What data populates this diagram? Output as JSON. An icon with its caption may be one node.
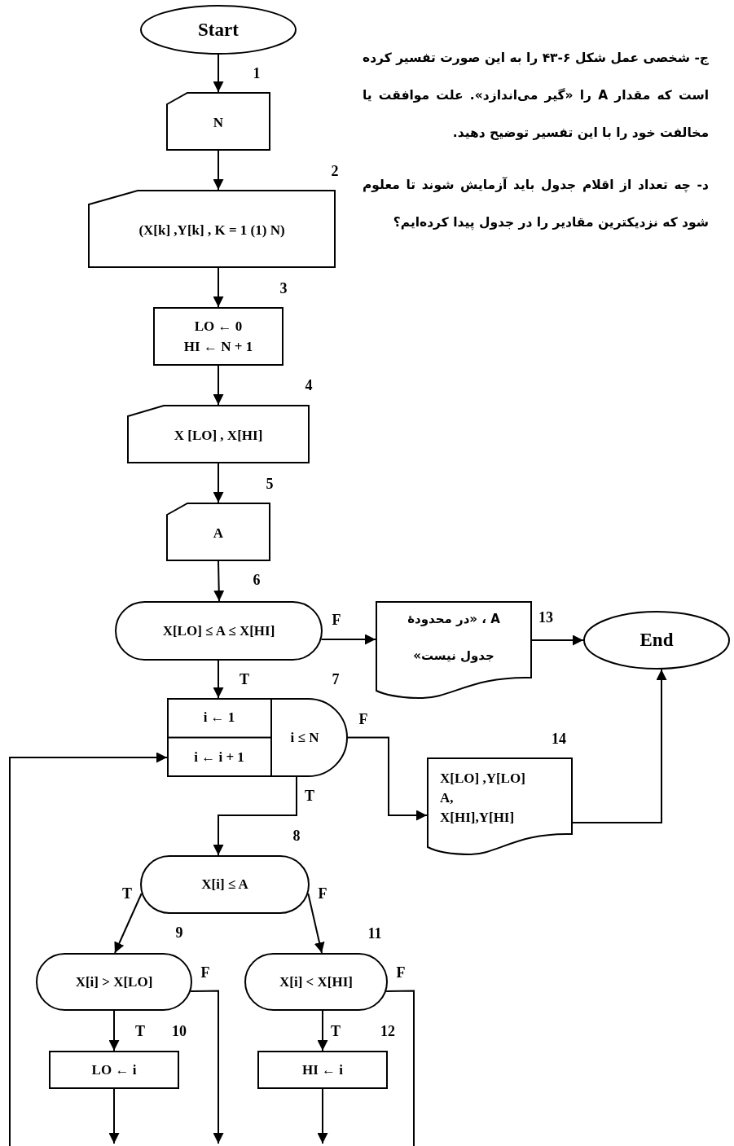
{
  "diagram": {
    "nodes": [
      {
        "text": [
          "Start"
        ]
      },
      {
        "text": [
          "N"
        ],
        "beside": [
          "1"
        ]
      },
      {
        "text": [
          "(X[k] ,Y[k] , K = 1 (1) N)"
        ],
        "beside": [
          "2"
        ]
      },
      {
        "text": [
          "LO ← 0",
          "HI ← N + 1"
        ],
        "beside": [
          "3"
        ]
      },
      {
        "text": [
          "X [LO] , X[HI]"
        ],
        "beside": [
          "4"
        ]
      },
      {
        "text": [
          "A"
        ],
        "beside": [
          "5"
        ]
      },
      {
        "text": [
          "X[LO] ≤ A ≤ X[HI]"
        ],
        "beside": [
          "6"
        ]
      },
      {
        "text": [
          "i ← 1",
          "i ← i + 1",
          "i ≤ N"
        ],
        "beside": [
          "7"
        ]
      },
      {
        "text": [
          "X[i] ≤ A"
        ],
        "beside": [
          "8"
        ]
      },
      {
        "text": [
          "X[i] > X[LO]"
        ],
        "beside": [
          "9"
        ]
      },
      {
        "text": [
          "LO ← i"
        ],
        "beside": [
          "10"
        ]
      },
      {
        "text": [
          "X[i] < X[HI]"
        ],
        "beside": [
          "11"
        ]
      },
      {
        "text": [
          "HI ← i"
        ],
        "beside": [
          "12"
        ]
      },
      {
        "text": [
          "A ، «در محدودهٔ جدول نیست»"
        ],
        "beside": [
          "13"
        ]
      },
      {
        "text": [
          "End"
        ]
      },
      {
        "text": [
          "X[LO] ,Y[LO]",
          "A,",
          "X[HI],Y[HI]"
        ],
        "beside": [
          "14"
        ]
      }
    ],
    "edges": [
      {
        "from": 0,
        "to": 1,
        "arrow": "to"
      },
      {
        "from": 1,
        "to": 2,
        "arrow": "to"
      },
      {
        "from": 2,
        "to": 3,
        "arrow": "to"
      },
      {
        "from": 3,
        "to": 4,
        "arrow": "to"
      },
      {
        "from": 4,
        "to": 5,
        "arrow": "to"
      },
      {
        "from": 5,
        "to": 6,
        "arrow": "to"
      },
      {
        "from": 6,
        "to": 7,
        "arrow": "to",
        "label": "T"
      },
      {
        "from": 6,
        "to": 13,
        "arrow": "to",
        "label": "F"
      },
      {
        "from": 13,
        "to": 14,
        "arrow": "to"
      },
      {
        "from": 7,
        "to": 15,
        "arrow": "to",
        "label": "F"
      },
      {
        "from": 15,
        "to": 14,
        "arrow": "to"
      },
      {
        "from": 7,
        "to": 8,
        "arrow": "to",
        "label": "T"
      },
      {
        "from": 8,
        "to": 9,
        "arrow": "to",
        "label": "T"
      },
      {
        "from": 8,
        "to": 11,
        "arrow": "to",
        "label": "F"
      },
      {
        "from": 9,
        "to": 10,
        "arrow": "to",
        "label": "T"
      },
      {
        "from": 11,
        "to": 12,
        "arrow": "to",
        "label": "T"
      },
      {
        "from": 9,
        "to": null,
        "arrow": "to",
        "label": "F"
      },
      {
        "from": 10,
        "to": null,
        "arrow": "to"
      },
      {
        "from": 11,
        "to": null,
        "arrow": "none",
        "label": "F"
      },
      {
        "from": 12,
        "to": null,
        "arrow": "to"
      },
      {
        "from": null,
        "to": 7,
        "arrow": "to"
      }
    ],
    "labels": [
      "ج- شخصی عمل شکل ۶-۴۳ را به این صورت تفسیر کرده است که مقدار A را «گیر می‌اندازد». علت موافقت یا مخالفت خود را با این تفسیر توضیح دهید.",
      "د- چه تعداد از اقلام جدول باید آزمایش شوند تا معلوم شود که نزدیکترین مقادیر را در جدول پیدا کرده‌ایم؟"
    ]
  }
}
